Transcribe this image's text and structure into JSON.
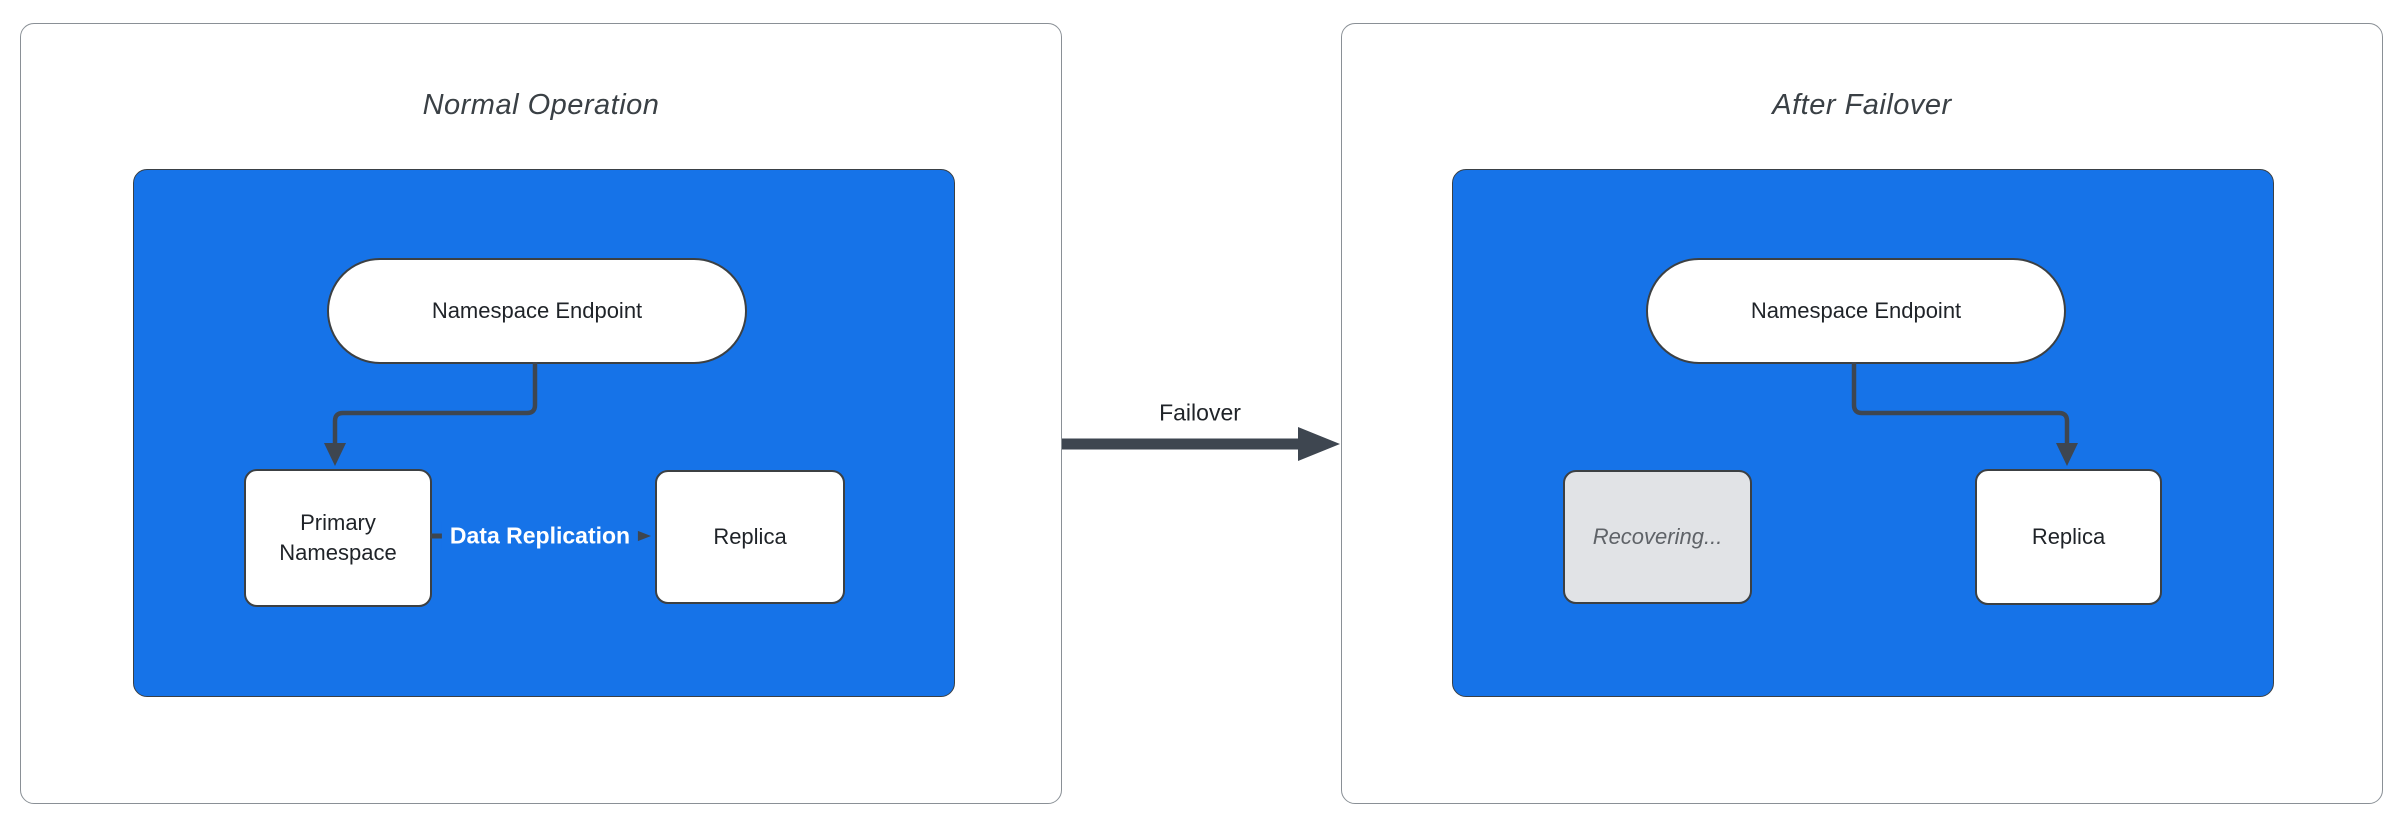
{
  "colors": {
    "canvas_bg": "#ffffff",
    "panel_border": "#8a9096",
    "zone_fill": "#1673e8",
    "zone_border": "#3a4045",
    "node_fill": "#ffffff",
    "node_border": "#3c4043",
    "node_text": "#1f2328",
    "title_text": "#3a4045",
    "arrow": "#3e4650",
    "edge_label_text": "#ffffff",
    "recovering_fill": "#e1e3e6",
    "recovering_text": "#5f6368"
  },
  "panels": [
    {
      "title": "Normal Operation",
      "endpoint": "Namespace Endpoint",
      "primary": "Primary Namespace",
      "replica": "Replica",
      "replication_label": "Data Replication"
    },
    {
      "title": "After Failover",
      "endpoint": "Namespace Endpoint",
      "recovering": "Recovering...",
      "replica": "Replica"
    }
  ],
  "transition": {
    "label": "Failover"
  }
}
